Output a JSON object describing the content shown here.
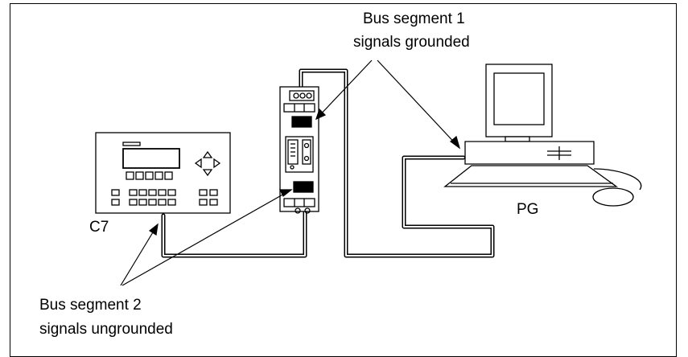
{
  "labels": {
    "bus_segment_1_line1": "Bus segment 1",
    "bus_segment_1_line2": "signals grounded",
    "bus_segment_2_line1": "Bus segment 2",
    "bus_segment_2_line2": "signals ungrounded",
    "c7": "C7",
    "pg": "PG"
  }
}
